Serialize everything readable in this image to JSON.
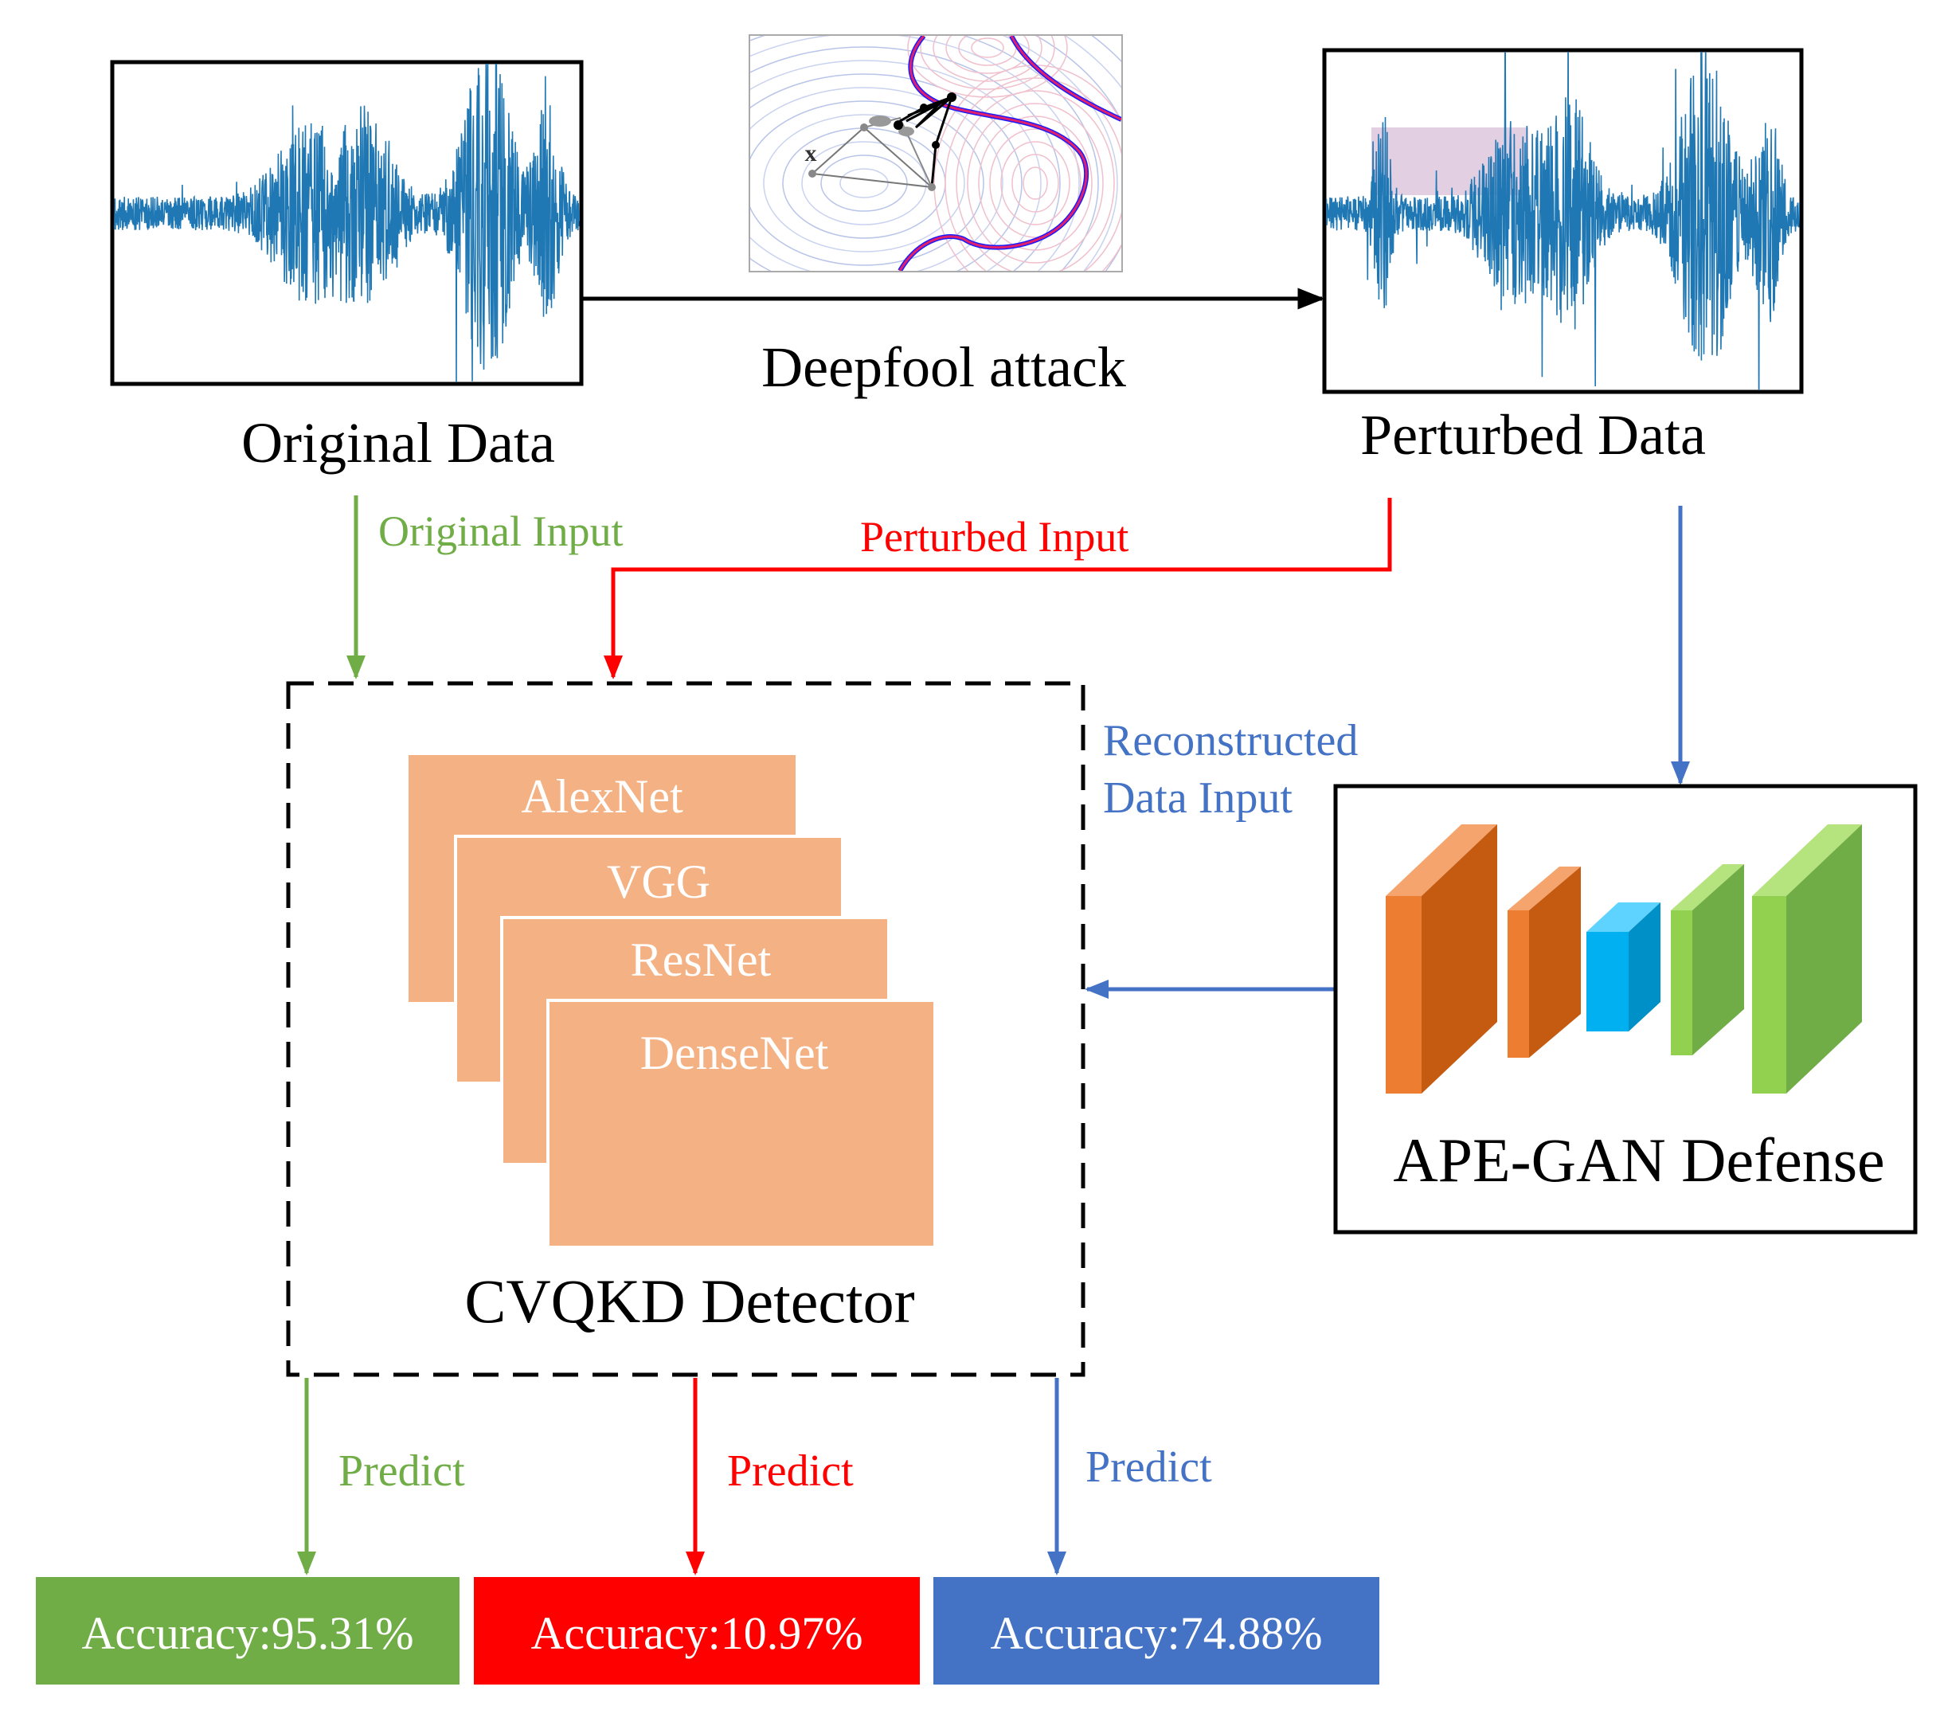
{
  "labels": {
    "original_data": "Original Data",
    "deepfool_attack": "Deepfool attack",
    "perturbed_data": "Perturbed Data",
    "original_input": "Original Input",
    "perturbed_input": "Perturbed Input",
    "reconstructed_line1": "Reconstructed",
    "reconstructed_line2": "Data Input",
    "ape_gan_defense": "APE-GAN Defense",
    "cvqkd_detector": "CVQKD Detector",
    "predict_green": "Predict",
    "predict_red": "Predict",
    "predict_blue": "Predict"
  },
  "attack_plot": {
    "point_label": "x"
  },
  "networks": [
    "AlexNet",
    "VGG",
    "ResNet",
    "DenseNet"
  ],
  "results": [
    {
      "label": "Accuracy:95.31%",
      "value": 95.31
    },
    {
      "label": "Accuracy:10.97%",
      "value": 10.97
    },
    {
      "label": "Accuracy:74.88%",
      "value": 74.88
    }
  ],
  "colors": {
    "green": "#70AD47",
    "red": "#FF0000",
    "blue": "#4472C4",
    "orange_card": "#F4B183",
    "waveform": "#1F77B4",
    "cube_orange": "#ED7D31",
    "cube_blue": "#00B0F0",
    "cube_green": "#92D050"
  }
}
